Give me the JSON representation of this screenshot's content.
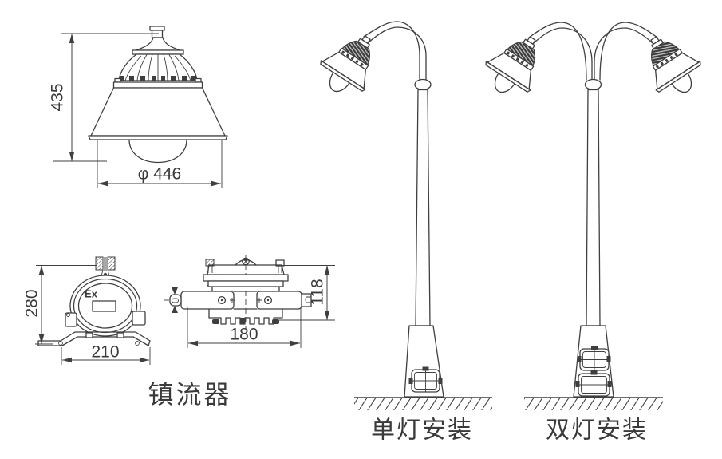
{
  "colors": {
    "line": "#3f3f3f",
    "background": "#ffffff",
    "text": "#3a3a3a"
  },
  "lamp_fixture_view": {
    "height_dim": "435",
    "diameter_dim": "φ 446"
  },
  "ballast": {
    "caption": "镇流器",
    "front_view": {
      "height_dim": "280",
      "width_dim": "210",
      "ex_marking": "Ex"
    },
    "side_view": {
      "height_dim": "118",
      "width_dim": "180"
    }
  },
  "installations": {
    "single_lamp": {
      "caption": "单灯安装"
    },
    "double_lamp": {
      "caption": "双灯安装"
    }
  }
}
